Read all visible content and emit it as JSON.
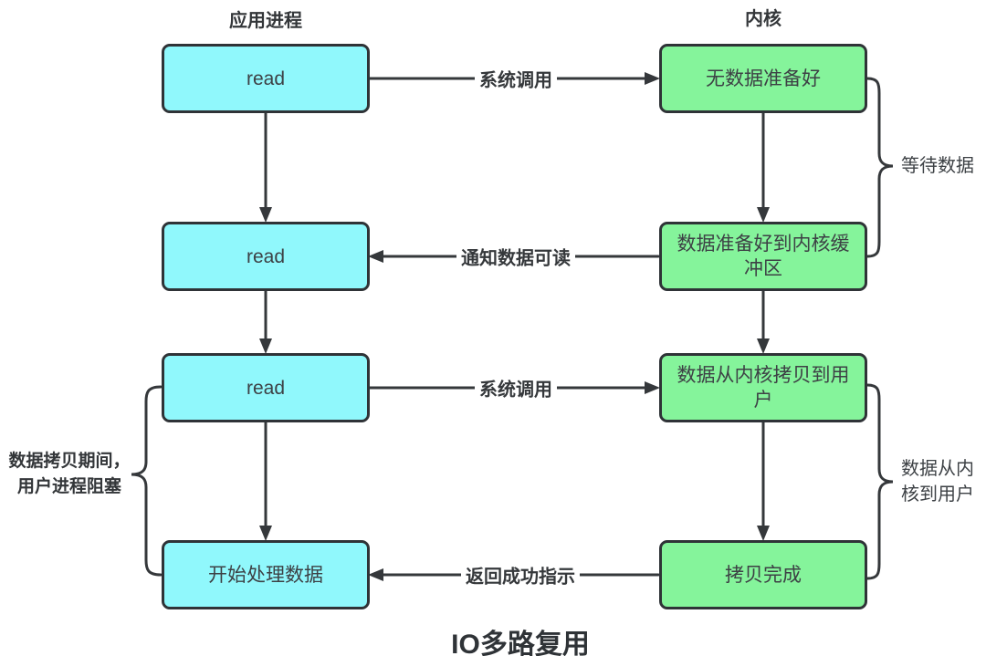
{
  "diagram": {
    "title": "IO多路复用",
    "columns": {
      "left_header": "应用进程",
      "right_header": "内核"
    },
    "left_boxes": [
      "read",
      "read",
      "read",
      "开始处理数据"
    ],
    "right_boxes": [
      "无数据准备好",
      "数据准备好到内核缓冲区",
      "数据从内核拷贝到用户",
      "拷贝完成"
    ],
    "arrow_labels": {
      "row1": "系统调用",
      "row2": "通知数据可读",
      "row3": "系统调用",
      "row4": "返回成功指示"
    },
    "brace_labels": {
      "wait_data": "等待数据",
      "kernel_to_user": "数据从内核到用户",
      "block_line1": "数据拷贝期间，",
      "block_line2": "用户进程阻塞"
    },
    "colors": {
      "process_box_fill": "#90f8fc",
      "kernel_box_fill": "#85f49b",
      "stroke": "#2f3337"
    }
  }
}
